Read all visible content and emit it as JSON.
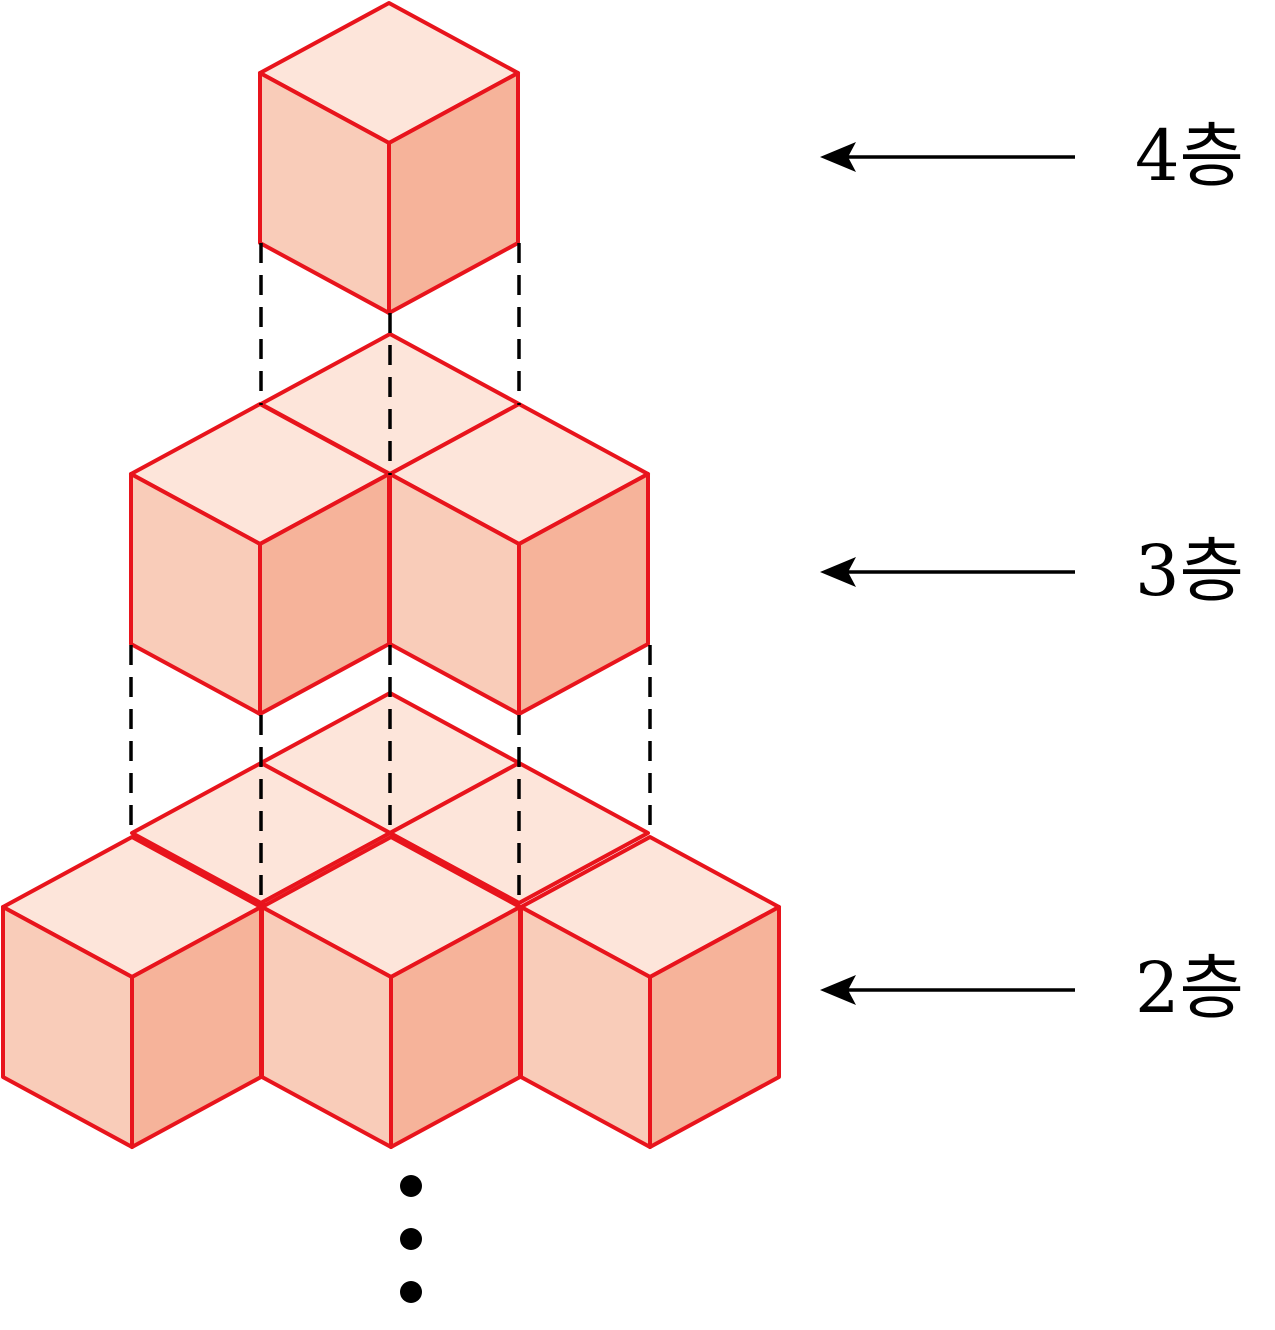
{
  "labels": {
    "layer4": "4층",
    "layer3": "3층",
    "layer2": "2층"
  },
  "colors": {
    "edge": "#e8141c",
    "top": "#fde5da",
    "left": "#f9ccb9",
    "right": "#f6b39a"
  }
}
